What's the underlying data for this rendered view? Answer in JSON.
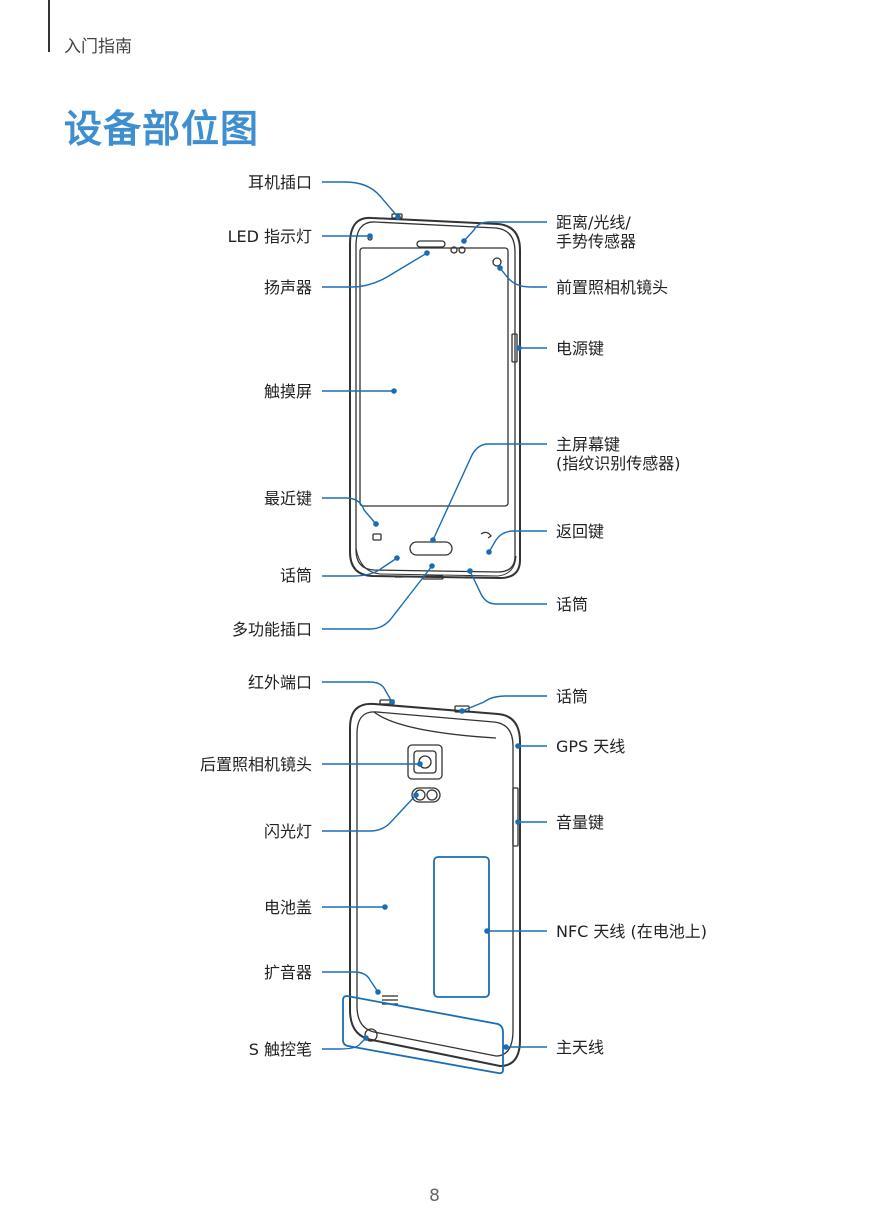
{
  "header": {
    "section": "入门指南"
  },
  "title": "设备部位图",
  "front": {
    "left": [
      "耳机插口",
      "LED 指示灯",
      "扬声器",
      "触摸屏",
      "最近键",
      "话筒",
      "多功能插口"
    ],
    "right": {
      "sensor_line1": "距离/光线/",
      "sensor_line2": "手势传感器",
      "front_camera": "前置照相机镜头",
      "power": "电源键",
      "home_line1": "主屏幕键",
      "home_line2": "(指纹识别传感器)",
      "back": "返回键",
      "mic": "话筒"
    }
  },
  "rear": {
    "left": [
      "红外端口",
      "后置照相机镜头",
      "闪光灯",
      "电池盖",
      "扩音器",
      "S 触控笔"
    ],
    "right": [
      "话筒",
      "GPS 天线",
      "音量键",
      "NFC 天线 (在电池上)",
      "主天线"
    ]
  },
  "accent_color": "#1a6db5",
  "page_number": "8"
}
